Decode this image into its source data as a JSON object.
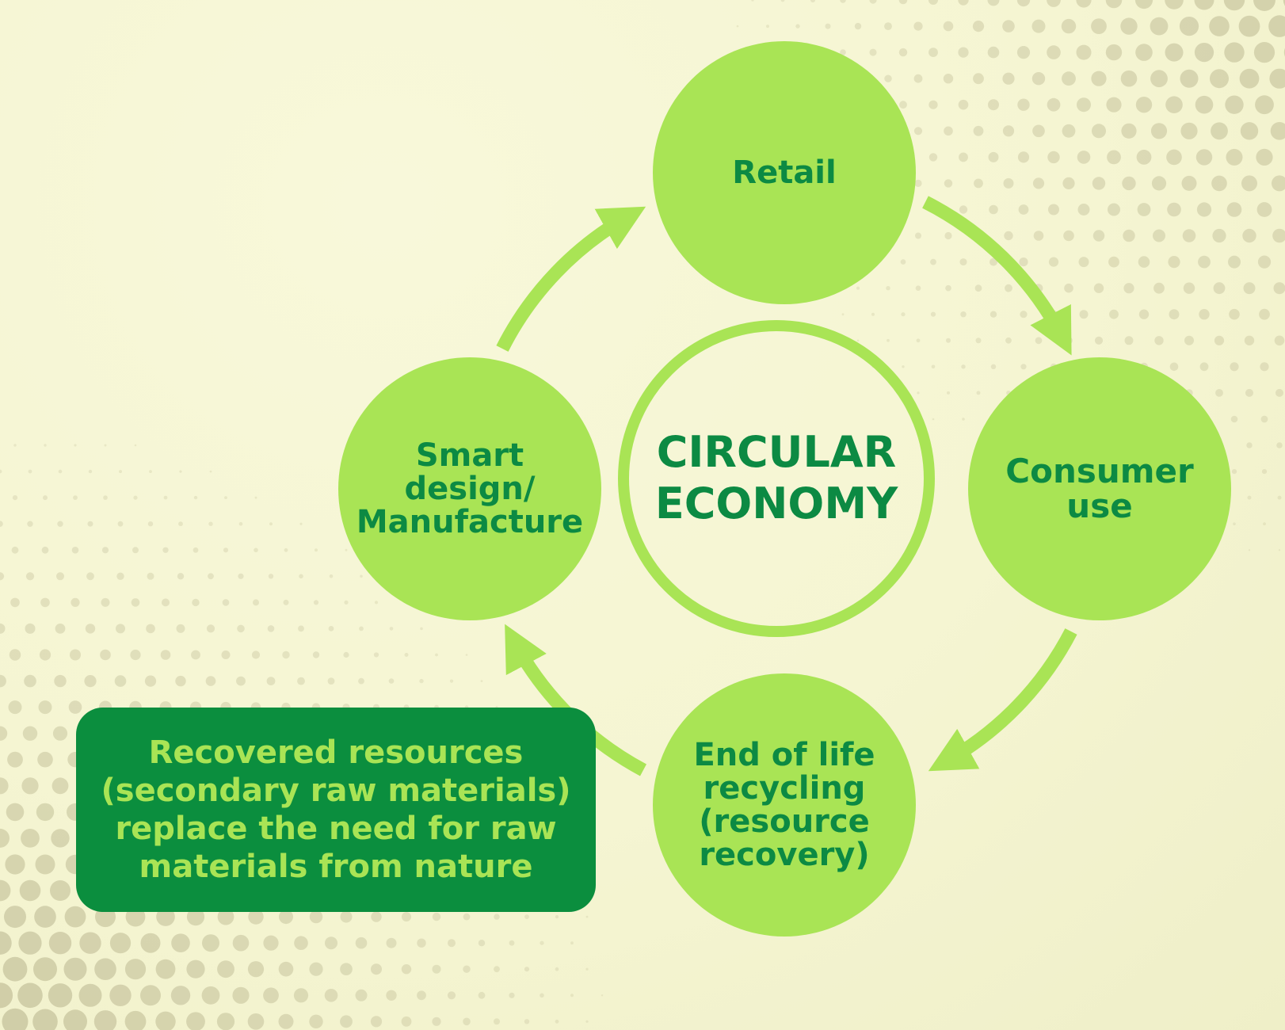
{
  "diagram": {
    "center": {
      "label": "CIRCULAR\nECONOMY"
    },
    "nodes": {
      "retail": "Retail",
      "consumer_use": "Consumer\nuse",
      "end_of_life": "End of life\nrecycling\n(resource\nrecovery)",
      "design": "Smart\ndesign/\nManufacture"
    },
    "note": "Recovered resources\n(secondary raw materials)\nreplace the need for raw\nmaterials from nature"
  },
  "colors": {
    "background": "#f5f5d2",
    "dots": "#c9c6a0",
    "node_fill": "#a9e455",
    "text_green": "#0c8a43",
    "box_fill": "#0b8e3e"
  }
}
